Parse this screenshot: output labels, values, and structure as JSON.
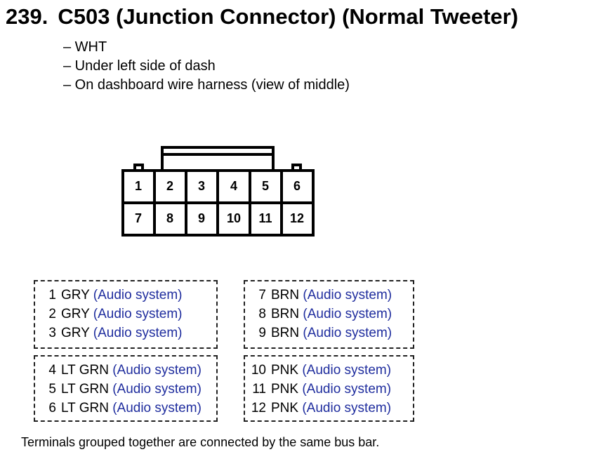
{
  "title": {
    "number": "239.",
    "text": "C503 (Junction Connector) (Normal Tweeter)"
  },
  "notes": [
    "– WHT",
    "– Under left side of dash",
    "– On dashboard wire harness (view of middle)"
  ],
  "connector": {
    "top_row": [
      "1",
      "2",
      "3",
      "4",
      "5",
      "6"
    ],
    "bottom_row": [
      "7",
      "8",
      "9",
      "10",
      "11",
      "12"
    ]
  },
  "groups": [
    {
      "pins": [
        {
          "pin": "1",
          "color": "GRY",
          "function": "(Audio system)"
        },
        {
          "pin": "2",
          "color": "GRY",
          "function": "(Audio system)"
        },
        {
          "pin": "3",
          "color": "GRY",
          "function": "(Audio system)"
        }
      ]
    },
    {
      "pins": [
        {
          "pin": "7",
          "color": "BRN",
          "function": "(Audio system)"
        },
        {
          "pin": "8",
          "color": "BRN",
          "function": "(Audio system)"
        },
        {
          "pin": "9",
          "color": "BRN",
          "function": "(Audio system)"
        }
      ]
    },
    {
      "pins": [
        {
          "pin": "4",
          "color": "LT GRN",
          "function": "(Audio system)"
        },
        {
          "pin": "5",
          "color": "LT GRN",
          "function": "(Audio system)"
        },
        {
          "pin": "6",
          "color": "LT GRN",
          "function": "(Audio system)"
        }
      ]
    },
    {
      "pins": [
        {
          "pin": "10",
          "color": "PNK",
          "function": "(Audio system)"
        },
        {
          "pin": "11",
          "color": "PNK",
          "function": "(Audio system)"
        },
        {
          "pin": "12",
          "color": "PNK",
          "function": "(Audio system)"
        }
      ]
    }
  ],
  "footer": "Terminals grouped together are connected by the same bus bar.",
  "colors": {
    "text": "#000000",
    "function_text": "#1f2d9e",
    "outline": "#000000"
  }
}
